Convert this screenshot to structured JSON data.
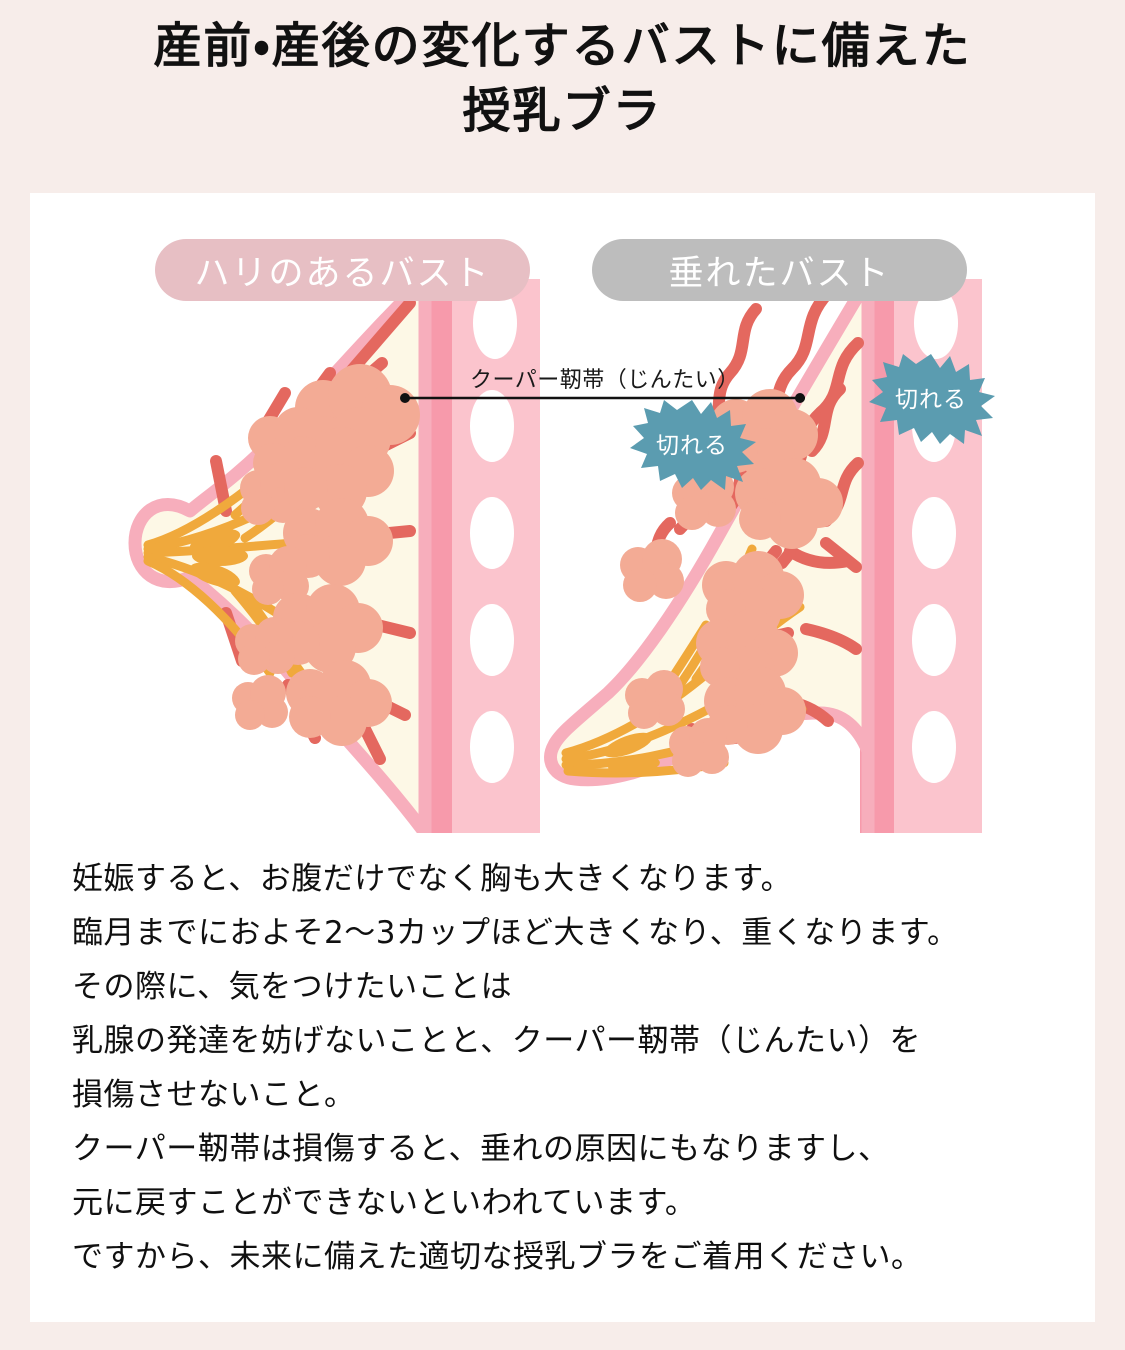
{
  "title": {
    "line1": "産前・産後の変化するバストに備えた",
    "line2": "授乳ブラ"
  },
  "diagram": {
    "badges": {
      "firm": "ハリのあるバスト",
      "sagging": "垂れたバスト"
    },
    "annotation": {
      "label": "クーパー靭帯（じんたい）"
    },
    "callouts": [
      {
        "text": "切れる"
      },
      {
        "text": "切れる"
      }
    ],
    "legend_names": {
      "skin_outline": "breast-skin-outline",
      "fat_tissue": "fat-tissue",
      "lobule": "mammary-lobule",
      "duct": "milk-duct",
      "cooper_ligament": "cooper-ligament",
      "chest_wall": "chest-wall",
      "rib": "rib"
    },
    "colors": {
      "skin_outline": "#f7aebc",
      "fat_fill": "#fdf8e6",
      "lobule": "#f3ab95",
      "duct": "#f0a93c",
      "ligament": "#e4685f",
      "chest_wall_light": "#fbc4cd",
      "chest_wall_stripe": "#f79aab",
      "rib": "#ffffff",
      "badge_firm": "#e7bfc4",
      "badge_sagging": "#bdbdbd",
      "burst": "#5b9cb0",
      "page_background": "#f7edea",
      "card_background": "#ffffff",
      "text": "#101010"
    }
  },
  "body": {
    "lines": [
      "妊娠すると、お腹だけでなく胸も大きくなります。",
      "臨月までにおよそ2〜3カップほど大きくなり、重くなります。",
      "その際に、気をつけたいことは",
      "乳腺の発達を妨げないことと、クーパー靭帯（じんたい）を",
      "損傷させないこと。",
      "クーパー靭帯は損傷すると、垂れの原因にもなりますし、",
      "元に戻すことができないといわれています。",
      "ですから、未来に備えた適切な授乳ブラをご着用ください。"
    ]
  }
}
